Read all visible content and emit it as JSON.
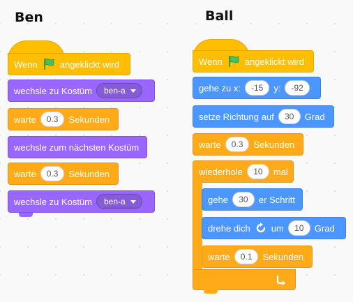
{
  "sprites": {
    "ben": {
      "title": "Ben",
      "when_flag": {
        "pre": "Wenn",
        "post": "angeklickt wird"
      },
      "switch1": {
        "label": "wechsle zu Kostüm",
        "costume": "ben-a"
      },
      "wait1": {
        "pre": "warte",
        "value": "0.3",
        "post": "Sekunden"
      },
      "next_costume": {
        "label": "wechsle zum nächsten Kostüm"
      },
      "wait2": {
        "pre": "warte",
        "value": "0.3",
        "post": "Sekunden"
      },
      "switch2": {
        "label": "wechsle zu Kostüm",
        "costume": "ben-a"
      }
    },
    "ball": {
      "title": "Ball",
      "when_flag": {
        "pre": "Wenn",
        "post": "angeklickt wird"
      },
      "goto": {
        "label": "gehe zu x:",
        "x": "-15",
        "ylabel": "y:",
        "y": "-92"
      },
      "point": {
        "label": "setze Richtung auf",
        "value": "30",
        "post": "Grad"
      },
      "wait": {
        "pre": "warte",
        "value": "0.3",
        "post": "Sekunden"
      },
      "repeat": {
        "pre": "wiederhole",
        "value": "10",
        "post": "mal"
      },
      "move": {
        "pre": "gehe",
        "value": "30",
        "post": "er Schritt"
      },
      "turn": {
        "pre": "drehe dich",
        "mid": "um",
        "value": "10",
        "post": "Grad"
      },
      "wait_inner": {
        "pre": "warte",
        "value": "0.1",
        "post": "Sekunden"
      }
    }
  },
  "colors": {
    "events": "#ffbf00",
    "looks": "#9966ff",
    "control": "#ffab19",
    "motion": "#4c97ff",
    "flag_green": "#4cbf56"
  }
}
